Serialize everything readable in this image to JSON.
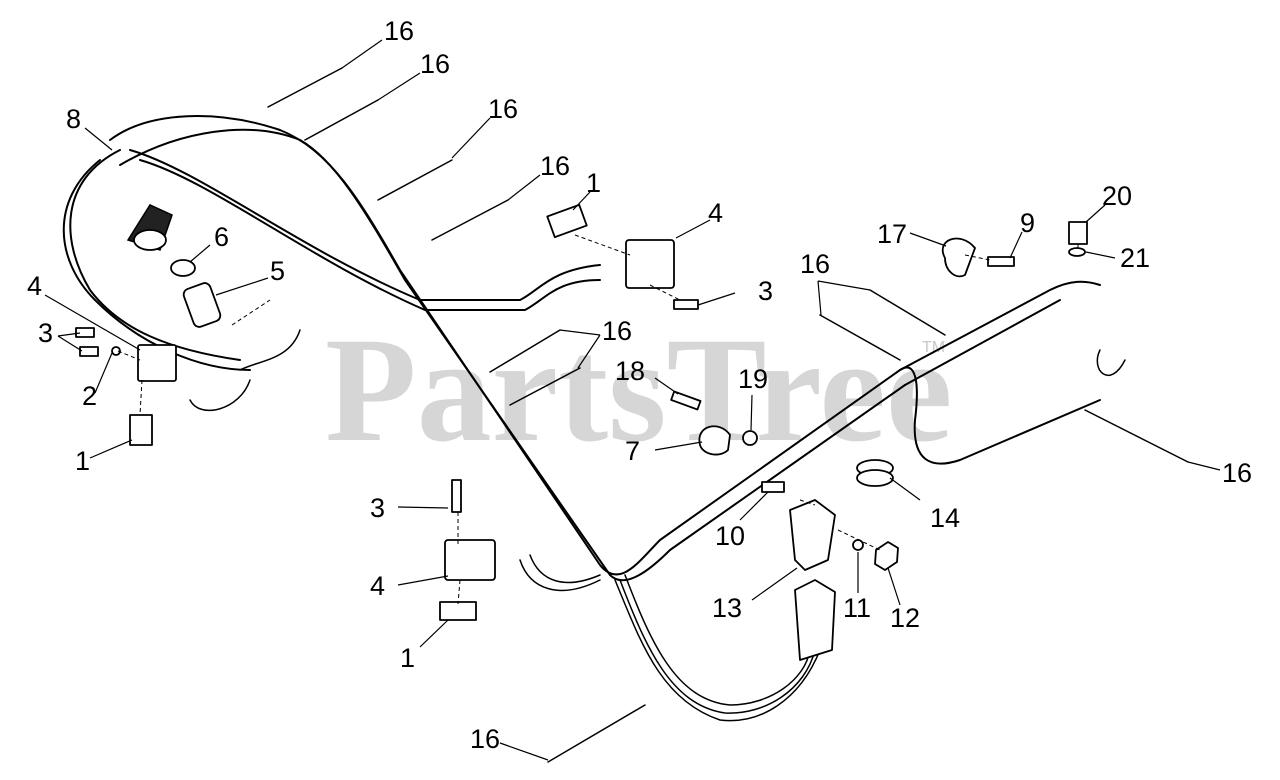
{
  "watermark": {
    "text": "PartsTree",
    "trademark": "TM"
  },
  "callouts": {
    "c1": "16",
    "c2": "16",
    "c3": "16",
    "c4": "16",
    "c5": "8",
    "c6": "1",
    "c7": "4",
    "c8": "6",
    "c9": "5",
    "c10": "4",
    "c11": "3",
    "c12": "2",
    "c13": "1",
    "c14": "3",
    "c15": "16",
    "c16": "18",
    "c17": "19",
    "c18": "7",
    "c19": "17",
    "c20": "9",
    "c21": "20",
    "c22": "21",
    "c23": "16",
    "c24": "16",
    "c25": "14",
    "c26": "3",
    "c27": "4",
    "c28": "1",
    "c29": "10",
    "c30": "13",
    "c31": "11",
    "c32": "12",
    "c33": "16"
  }
}
